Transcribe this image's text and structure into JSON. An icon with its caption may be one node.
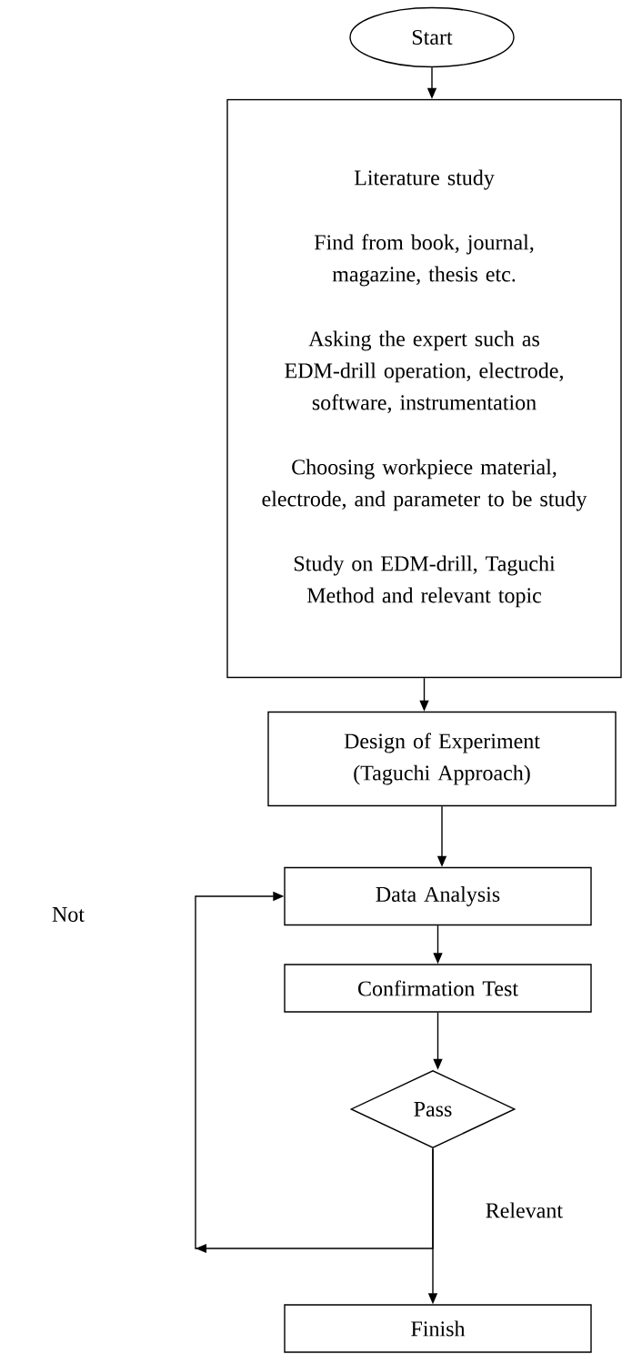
{
  "diagram": {
    "nodes": [
      {
        "text": [
          "Start"
        ]
      },
      {
        "text": [
          "Literature study",
          "Find from book, journal, magazine, thesis etc.",
          "Asking the expert such as EDM-drill operation, electrode, software, instrumentation",
          "Choosing workpiece material, electrode, and parameter to be study",
          "Study on EDM-drill, Taguchi Method and relevant topic"
        ]
      },
      {
        "text": [
          "Design of Experiment (Taguchi Approach)"
        ]
      },
      {
        "text": [
          "Data Analysis"
        ]
      },
      {
        "text": [
          "Confirmation Test"
        ]
      },
      {
        "text": [
          "Pass"
        ]
      },
      {
        "text": [
          "Finish"
        ]
      }
    ],
    "edges": [
      {
        "from": 0,
        "to": 1,
        "arrow": "to"
      },
      {
        "from": 1,
        "to": 2,
        "arrow": "to"
      },
      {
        "from": 2,
        "to": 3,
        "arrow": "to"
      },
      {
        "from": 3,
        "to": 4,
        "arrow": "to"
      },
      {
        "from": 4,
        "to": 5,
        "arrow": "to"
      },
      {
        "from": 5,
        "to": 6,
        "arrow": "to",
        "label": "Relevant"
      },
      {
        "from": 5,
        "to": 3,
        "arrow": "to"
      }
    ],
    "labels": [
      "Not"
    ]
  }
}
